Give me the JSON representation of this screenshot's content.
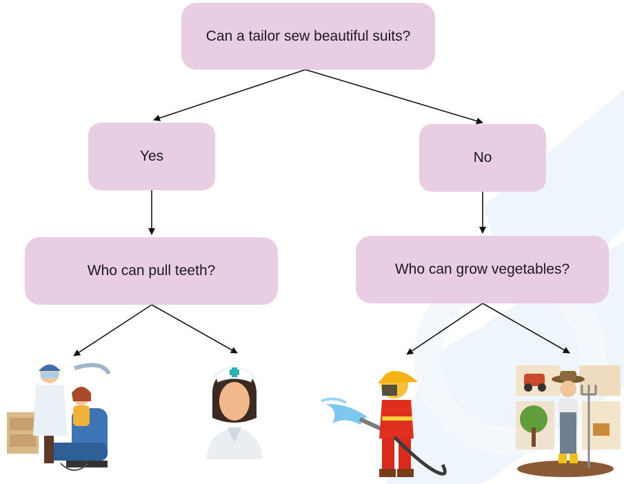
{
  "diagram": {
    "root_question": "Can a tailor sew beautiful suits?",
    "answer_yes": "Yes",
    "answer_no": "No",
    "question_yes_branch": "Who can pull teeth?",
    "question_no_branch": "Who can grow vegetables?"
  },
  "pictures": [
    {
      "name": "dentist-with-patient-picture"
    },
    {
      "name": "nurse-picture"
    },
    {
      "name": "firefighter-picture"
    },
    {
      "name": "farmer-picture"
    }
  ],
  "colors": {
    "node_fill": "#e9cde3",
    "arrow": "#111111",
    "watermark": "#e8f1f9"
  }
}
